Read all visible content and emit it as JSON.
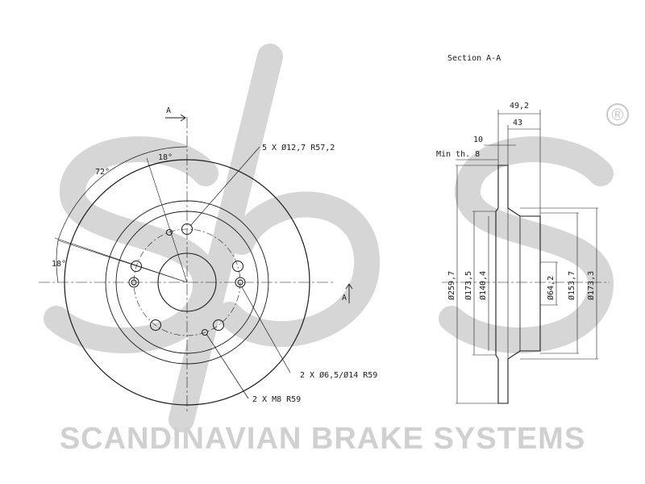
{
  "watermark": {
    "logo_text": "sbs",
    "brand_name": "SCANDINAVIAN BRAKE SYSTEMS",
    "registered_mark": "®",
    "color": "#d0d0d0"
  },
  "front_view": {
    "section_marker_top": "A",
    "section_marker_right": "A",
    "angle_72": "72°",
    "angle_18_top": "18°",
    "angle_18_left": "18°",
    "callout_studs": "5 X Ø12,7  R57,2",
    "callout_holes": "2 X Ø6,5/Ø14   R59",
    "callout_threads": "2 X M8   R59"
  },
  "section_view": {
    "title": "Section A-A",
    "dim_overall_width": "49,2",
    "dim_hat_width": "43",
    "dim_thickness": "10",
    "min_thickness": "Min th. 8",
    "dia_outer": "Ø259,7",
    "dia_friction_inner": "Ø173,5",
    "dia_hat": "Ø140,4",
    "dia_center_bore": "Ø64,2",
    "dia_bolt_face": "Ø153,7",
    "dia_hat_outer": "Ø173,3"
  },
  "colors": {
    "line": "#1a1a1a",
    "watermark": "#d0d0d0"
  }
}
